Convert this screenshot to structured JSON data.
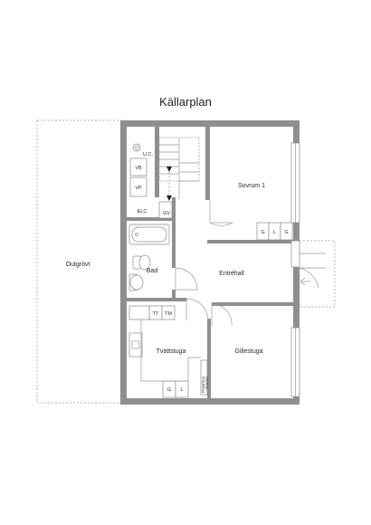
{
  "title": "Källarplan",
  "rooms": {
    "sovrum": "Sovrum 1",
    "entre": "Entréhall",
    "bad": "Bad",
    "tvatt": "Tvättstuga",
    "gille": "Gillestuga",
    "outgrovt": "Outgrövt"
  },
  "fixtures": {
    "uc": "U.C.",
    "vb": "VB",
    "vp": "VP",
    "elc": "ELC",
    "gv": "GV",
    "closet_g1": "G",
    "closet_l": "L",
    "closet_g2": "G",
    "tt": "TT",
    "tm": "TM",
    "tv_g": "G",
    "tv_l": "L",
    "pentry_1": "FRAMTIDA",
    "pentry_2": "PENTRY"
  }
}
